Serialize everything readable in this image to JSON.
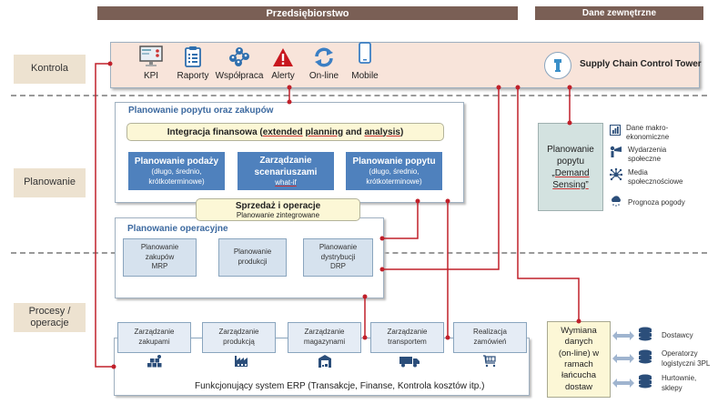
{
  "headers": {
    "enterprise": "Przedsiębiorstwo",
    "external": "Dane zewnętrzne"
  },
  "tiers": {
    "control": "Kontrola",
    "planning": "Planowanie",
    "processes_line1": "Procesy /",
    "processes_line2": "operacje"
  },
  "control_bar": {
    "items": [
      {
        "label": "KPI",
        "icon": "kpi-dashboard-icon"
      },
      {
        "label": "Raporty",
        "icon": "clipboard-report-icon"
      },
      {
        "label": "Współpraca",
        "icon": "collaboration-network-icon"
      },
      {
        "label": "Alerty",
        "icon": "alert-triangle-icon"
      },
      {
        "label": "On-line",
        "icon": "sync-icon"
      },
      {
        "label": "Mobile",
        "icon": "mobile-phone-icon"
      }
    ],
    "tower_label": "Supply Chain Control Tower"
  },
  "demand_planning": {
    "title": "Planowanie popytu oraz zakupów",
    "finance": {
      "prefix": "Integracja finansowa (",
      "word1": "extended",
      "word2": "planning",
      "mid": " and ",
      "word3": "analysis",
      "suffix": ")"
    },
    "boxes": [
      {
        "title": "Planowanie podaży",
        "sub1": "(długo, średnio,",
        "sub2": "krótkoterminowe)"
      },
      {
        "title": "Zarządzanie",
        "title2": "scenariuszami",
        "sub1": "what-if"
      },
      {
        "title": "Planowanie popytu",
        "sub1": "(długo, średnio,",
        "sub2": "krótkoterminowe)"
      }
    ]
  },
  "sop": {
    "title": "Sprzedaż i operacje",
    "subtitle": "Planowanie zintegrowane"
  },
  "operational_planning": {
    "title": "Planowanie operacyjne",
    "boxes": [
      {
        "l1": "Planowanie",
        "l2": "zakupów",
        "l3": "MRP"
      },
      {
        "l1": "Planowanie",
        "l2": "produkcji",
        "l3": ""
      },
      {
        "l1": "Planowanie",
        "l2": "dystrybucji",
        "l3": "DRP"
      }
    ]
  },
  "demand_sensing": {
    "l1": "Planowanie",
    "l2": "popytu",
    "l3": "„Demand",
    "l4": "Sensing”"
  },
  "external_sources": [
    {
      "l1": "Dane makro-",
      "l2": "ekonomiczne",
      "icon": "bar-chart-icon"
    },
    {
      "l1": "Wydarzenia",
      "l2": "społeczne",
      "icon": "megaphone-person-icon"
    },
    {
      "l1": "Media",
      "l2": "społecznościowe",
      "icon": "social-network-icon"
    },
    {
      "l1": "Prognoza pogody",
      "l2": "",
      "icon": "weather-cloud-icon"
    }
  ],
  "processes": [
    {
      "l1": "Zarządzanie",
      "l2": "zakupami",
      "icon": "boxes-icon"
    },
    {
      "l1": "Zarządzanie",
      "l2": "produkcją",
      "icon": "factory-icon"
    },
    {
      "l1": "Zarządzanie",
      "l2": "magazynami",
      "icon": "warehouse-icon"
    },
    {
      "l1": "Zarządzanie",
      "l2": "transportem",
      "icon": "truck-icon"
    },
    {
      "l1": "Realizacja",
      "l2": "zamówień",
      "icon": "shopping-cart-icon"
    }
  ],
  "erp_label": "Funkcjonujący system ERP (Transakcje, Finanse, Kontrola kosztów itp.)",
  "data_exchange": {
    "lines": [
      "Wymiana",
      "danych",
      "(on-line) w",
      "ramach",
      "łańcucha",
      "dostaw"
    ]
  },
  "partners": [
    {
      "l1": "Dostawcy",
      "l2": ""
    },
    {
      "l1": "Operatorzy",
      "l2": "logistyczni 3PL"
    },
    {
      "l1": "Hurtownie,",
      "l2": "sklepy"
    }
  ],
  "colors": {
    "header_bg": "#7a5f55",
    "tier_bg": "#ede2d0",
    "control_bg": "#f8e4da",
    "connector": "#c0202a",
    "primary_blue": "#4f81bd",
    "light_blue": "#d6e2ee",
    "yellow": "#fcf7d6",
    "sensing_bg": "#d3e2e0"
  }
}
